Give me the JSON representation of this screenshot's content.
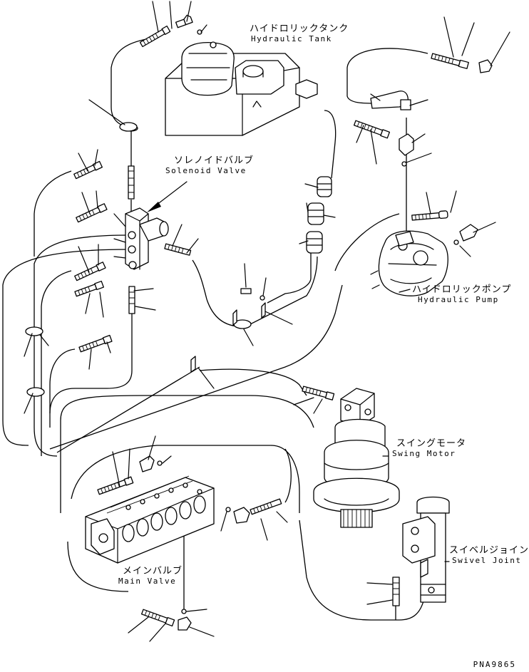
{
  "labels": {
    "hydraulic_tank": {
      "jp": "ハイドロリックタンク",
      "en": "Hydraulic Tank"
    },
    "solenoid_valve": {
      "jp": "ソレノイドバルブ",
      "en": "Solenoid Valve"
    },
    "hydraulic_pump": {
      "jp": "ハイドロリックポンプ",
      "en": "Hydraulic Pump"
    },
    "swing_motor": {
      "jp": "スイングモータ",
      "en": "Swing Motor"
    },
    "swivel_joint": {
      "jp": "スイベルジョイント",
      "en": "Swivel Joint"
    },
    "main_valve": {
      "jp": "メインバルブ",
      "en": "Main Valve"
    }
  },
  "drawing_code": "PNA9865"
}
